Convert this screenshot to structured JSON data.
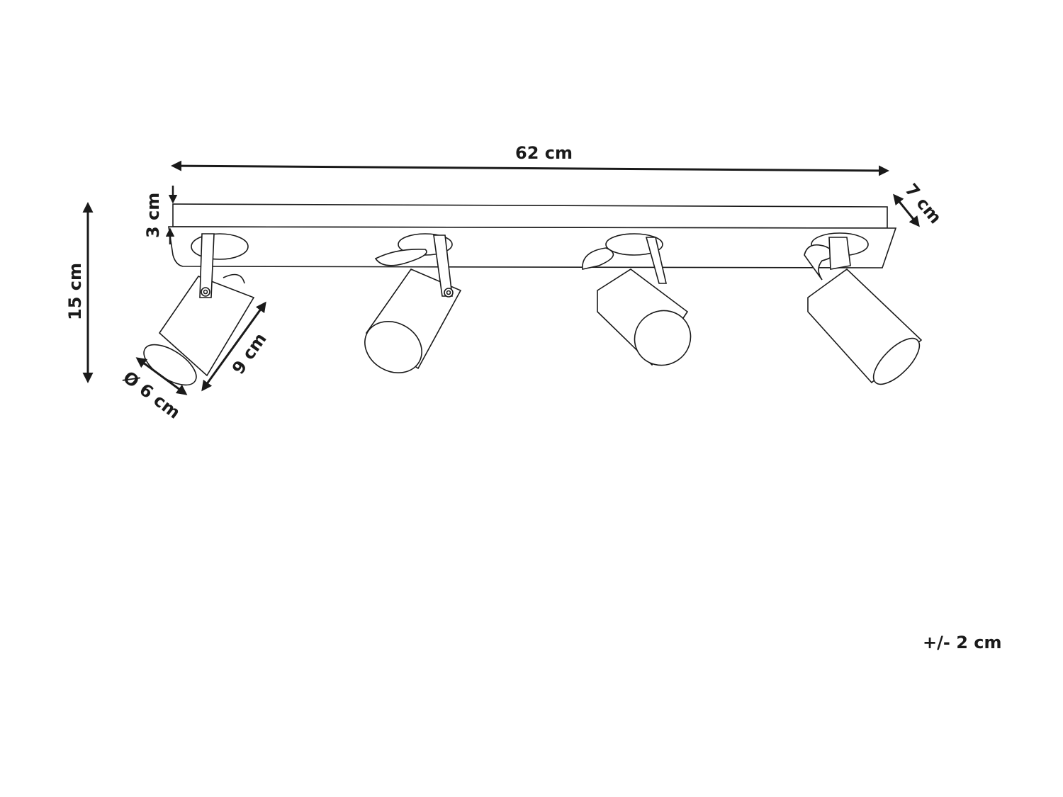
{
  "diagram": {
    "type": "dimension drawing",
    "subject": "ceiling spotlight bar with 4 adjustable spots",
    "spot_count": 4,
    "dimensions": {
      "length": "62 cm",
      "depth": "7 cm",
      "base_height": "3 cm",
      "total_height": "15 cm",
      "spot_length": "9 cm",
      "spot_diameter": "Ø 6 cm"
    },
    "tolerance": "+/- 2 cm"
  },
  "colors": {
    "line": "#1a1a1a",
    "background": "#ffffff"
  }
}
